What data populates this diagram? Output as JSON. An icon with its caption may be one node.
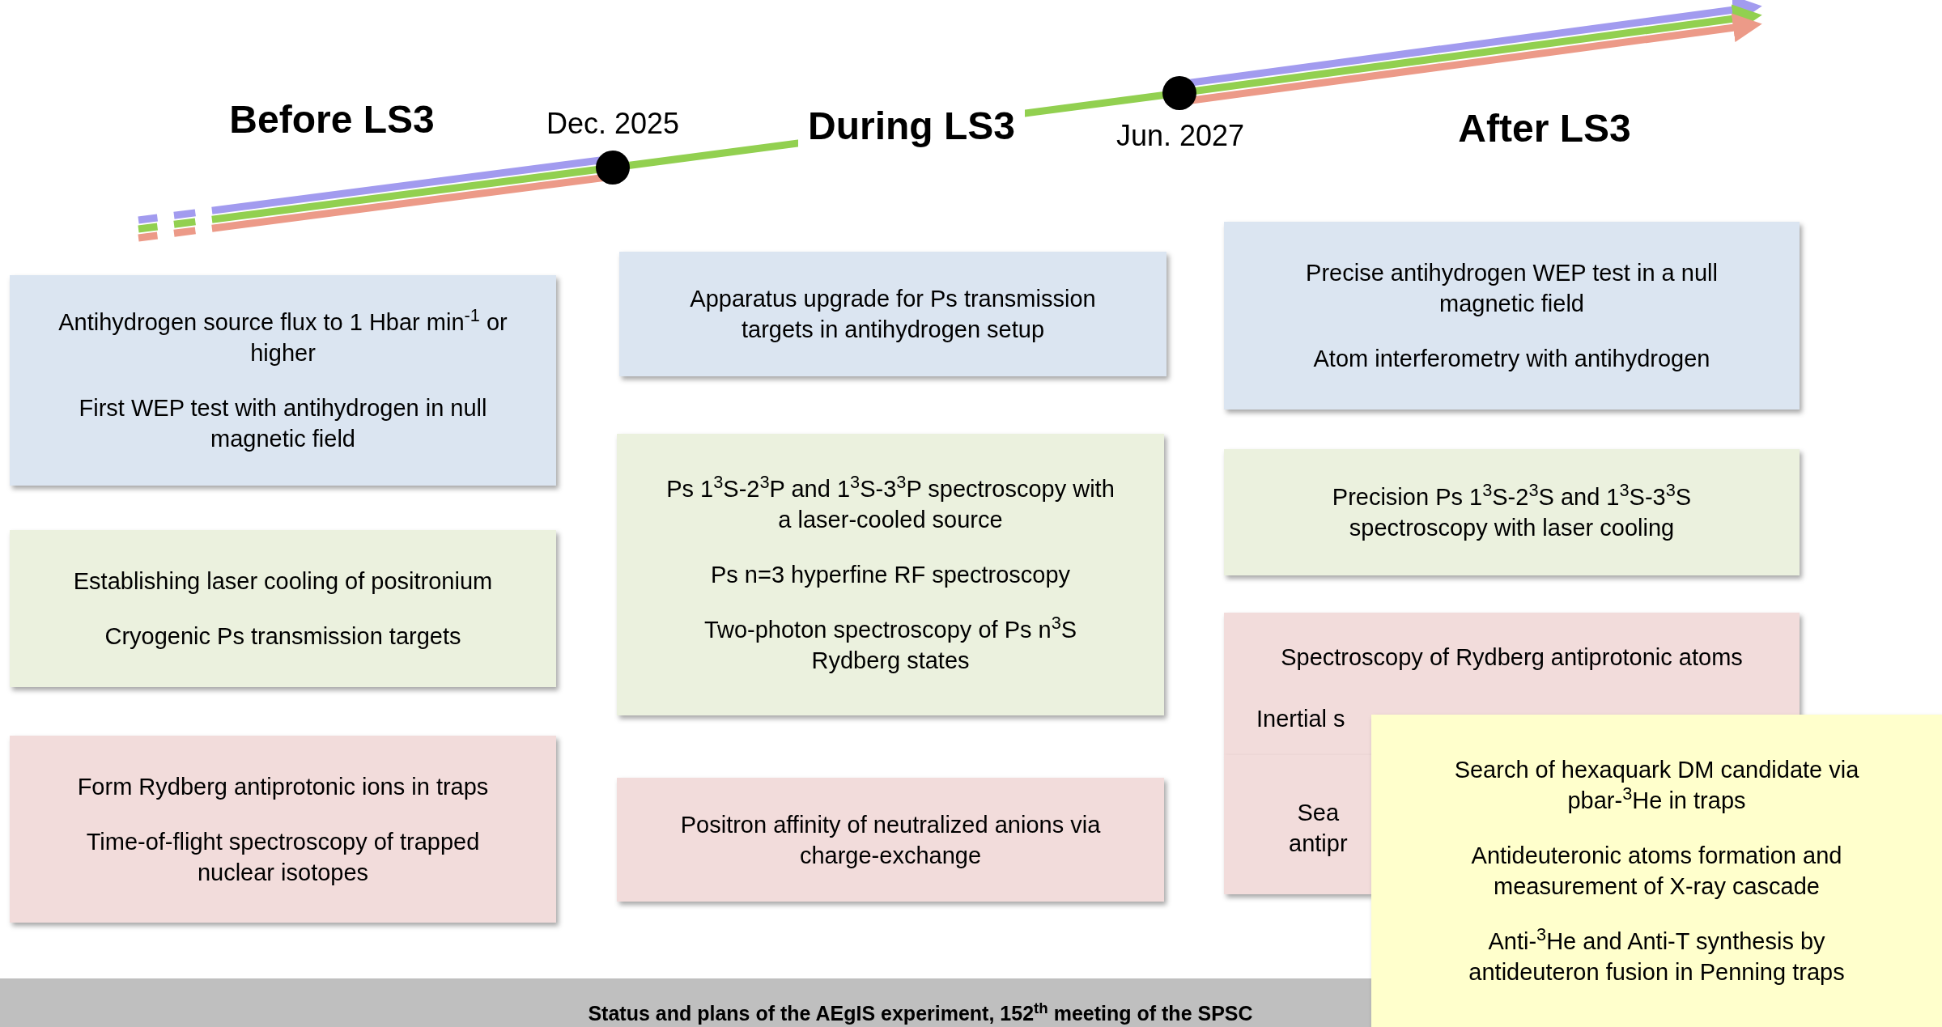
{
  "diagram": {
    "nodes": [
      {
        "text": [
          "Antihydrogen source flux to 1 Hbar min$^{-1}$ or higher",
          "First WEP test with antihydrogen in null magnetic field"
        ]
      },
      {
        "text": [
          "Establishing laser cooling of positronium",
          "Cryogenic Ps transmission targets"
        ]
      },
      {
        "text": [
          "Form Rydberg antiprotonic ions in traps",
          "Time-of-flight spectroscopy of trapped nuclear isotopes"
        ]
      },
      {
        "text": [
          "Apparatus upgrade for Ps transmission targets in antihydrogen setup"
        ]
      },
      {
        "text": [
          "Ps 1$^{3}$S-2$^{3}$P and 1$^{3}$S-3$^{3}$P spectroscopy with a laser-cooled source",
          "Ps n=3 hyperfine RF spectroscopy",
          "Two-photon spectroscopy of Ps n$^{3}$S Rydberg states"
        ]
      },
      {
        "text": [
          "Positron affinity of neutralized anions via charge-exchange"
        ]
      },
      {
        "text": [
          "Precise antihydrogen WEP test in a null magnetic field",
          "Atom interferometry with antihydrogen"
        ]
      },
      {
        "text": [
          "Precision Ps 1$^{3}$S-2$^{3}$S and 1$^{3}$S-3$^{3}$S spectroscopy with laser cooling"
        ]
      },
      {
        "text": [
          "Spectroscopy of Rydberg antiprotonic atoms",
          "Inertial s",
          "Sea antipr"
        ]
      },
      {
        "text": [
          "Search of hexaquark DM candidate via pbar-$^{3}$He in traps",
          "Antideuteronic atoms formation and measurement of X-ray cascade",
          "Anti-$^{3}$He and Anti-T synthesis by antideuteron fusion in Penning traps"
        ]
      }
    ],
    "edges": [],
    "labels": [
      "Before LS3",
      "Dec. 2025",
      "During LS3",
      "Jun. 2027",
      "After LS3",
      "Status and plans of the AEgIS experiment, 152$^{th}$ meeting of the SPSC"
    ]
  }
}
